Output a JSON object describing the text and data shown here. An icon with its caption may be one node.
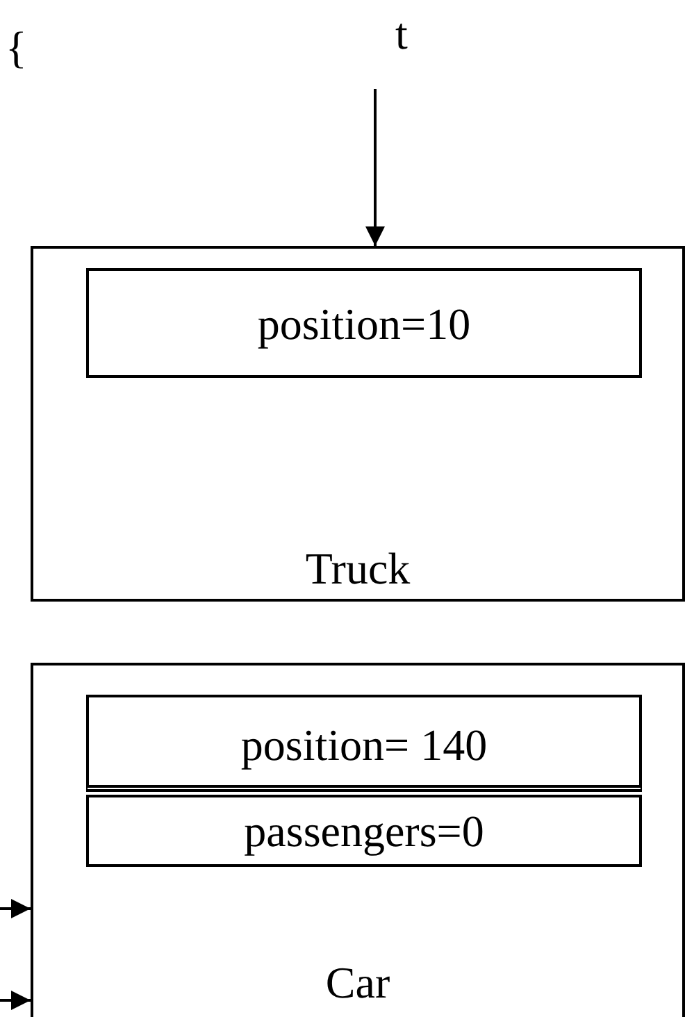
{
  "diagram": {
    "nodes": [
      {
        "text": [
          "Truck"
        ]
      },
      {
        "text": [
          "position=10"
        ],
        "in": 0
      },
      {
        "text": [
          "Car"
        ]
      },
      {
        "text": [
          "position= 140"
        ],
        "in": 2
      },
      {
        "text": [
          "passengers=0"
        ],
        "in": 2
      },
      {
        "text": [
          "t"
        ]
      }
    ],
    "edges": [
      {
        "from": 5,
        "to": 0,
        "arrow": "to"
      },
      {
        "from": null,
        "to": 2,
        "arrow": "to"
      },
      {
        "from": null,
        "to": 2,
        "arrow": "to"
      }
    ],
    "labels": [
      "{"
    ]
  }
}
